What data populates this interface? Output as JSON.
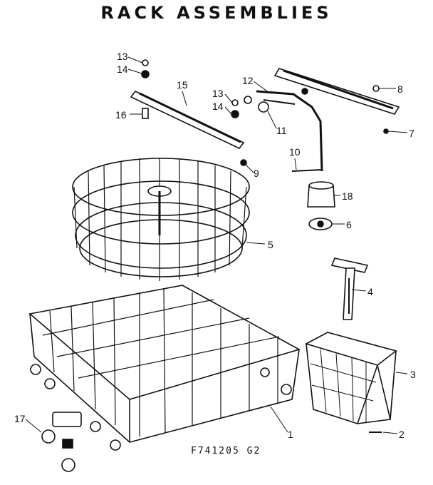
{
  "title": "RACK ASSEMBLIES",
  "drawing_code": "F741205   G2",
  "callouts": [
    {
      "id": "c13a",
      "label": "13"
    },
    {
      "id": "c14a",
      "label": "14"
    },
    {
      "id": "c15",
      "label": "15"
    },
    {
      "id": "c16",
      "label": "16"
    },
    {
      "id": "c13b",
      "label": "13"
    },
    {
      "id": "c14b",
      "label": "14"
    },
    {
      "id": "c12",
      "label": "12"
    },
    {
      "id": "c11",
      "label": "11"
    },
    {
      "id": "c8",
      "label": "8"
    },
    {
      "id": "c7",
      "label": "7"
    },
    {
      "id": "c9",
      "label": "9"
    },
    {
      "id": "c10",
      "label": "10"
    },
    {
      "id": "c18",
      "label": "18"
    },
    {
      "id": "c6",
      "label": "6"
    },
    {
      "id": "c5",
      "label": "5"
    },
    {
      "id": "c4",
      "label": "4"
    },
    {
      "id": "c3",
      "label": "3"
    },
    {
      "id": "c2",
      "label": "2"
    },
    {
      "id": "c1",
      "label": "1"
    },
    {
      "id": "c17",
      "label": "17"
    }
  ]
}
